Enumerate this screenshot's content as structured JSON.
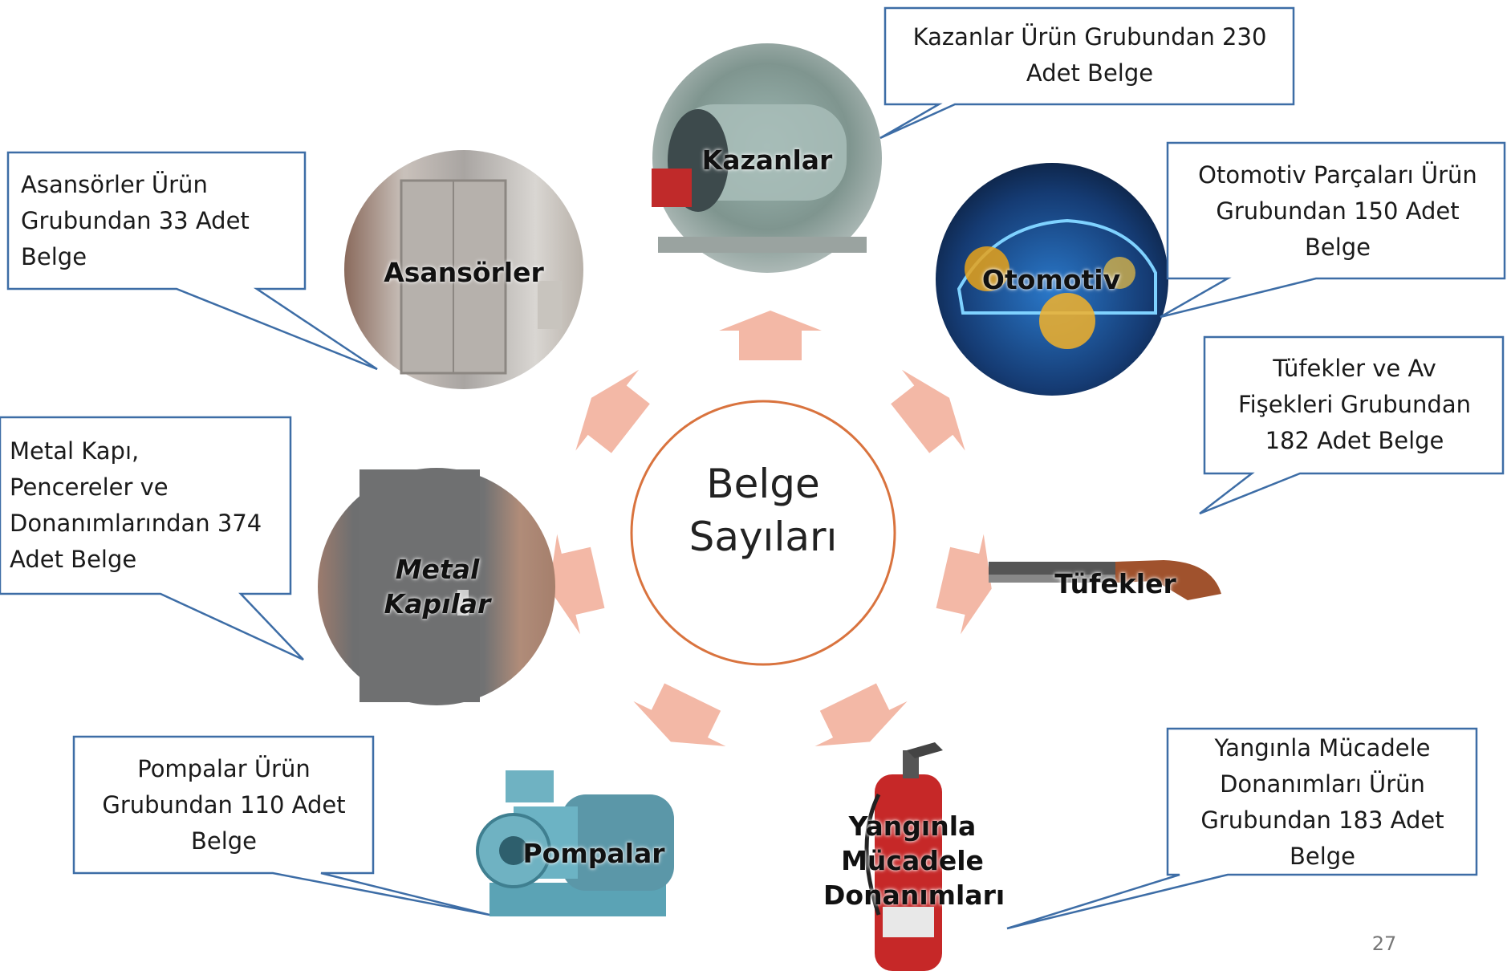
{
  "center": {
    "line1": "Belge",
    "line2": "Sayıları"
  },
  "nodes": {
    "kazanlar": {
      "label": "Kazanlar"
    },
    "asansorler": {
      "label": "Asansörler"
    },
    "otomotiv": {
      "label": "Otomotiv"
    },
    "tufekler": {
      "label": "Tüfekler"
    },
    "metal_kapilar": {
      "line1": "Metal",
      "line2": "Kapılar"
    },
    "pompalar": {
      "label": "Pompalar"
    },
    "yanginla": {
      "line1": "Yangınla",
      "line2": "Mücadele",
      "line3": "Donanımları"
    }
  },
  "callouts": {
    "kazanlar": {
      "line1": "Kazanlar Ürün Grubundan 230",
      "line2": "Adet Belge"
    },
    "asansorler": {
      "line1": "Asansörler Ürün",
      "line2": "Grubundan 33 Adet",
      "line3": "Belge"
    },
    "otomotiv": {
      "line1": "Otomotiv Parçaları Ürün",
      "line2": "Grubundan 150 Adet",
      "line3": "Belge"
    },
    "tufekler": {
      "line1": "Tüfekler ve Av",
      "line2": "Fişekleri Grubundan",
      "line3": "182 Adet Belge"
    },
    "metal": {
      "line1": "Metal Kapı,",
      "line2": "Pencereler ve",
      "line3": "Donanımlarından 374",
      "line4": "Adet Belge"
    },
    "pompalar": {
      "line1": "Pompalar Ürün",
      "line2": "Grubundan 110 Adet",
      "line3": "Belge"
    },
    "yanginla": {
      "line1": "Yangınla Mücadele",
      "line2": "Donanımları Ürün",
      "line3": "Grubundan 183 Adet",
      "line4": "Belge"
    }
  },
  "page_number": "27",
  "colors": {
    "arrow": "#f3b8a6",
    "center_ring": "#d9733e",
    "callout_border": "#3d6da6"
  }
}
